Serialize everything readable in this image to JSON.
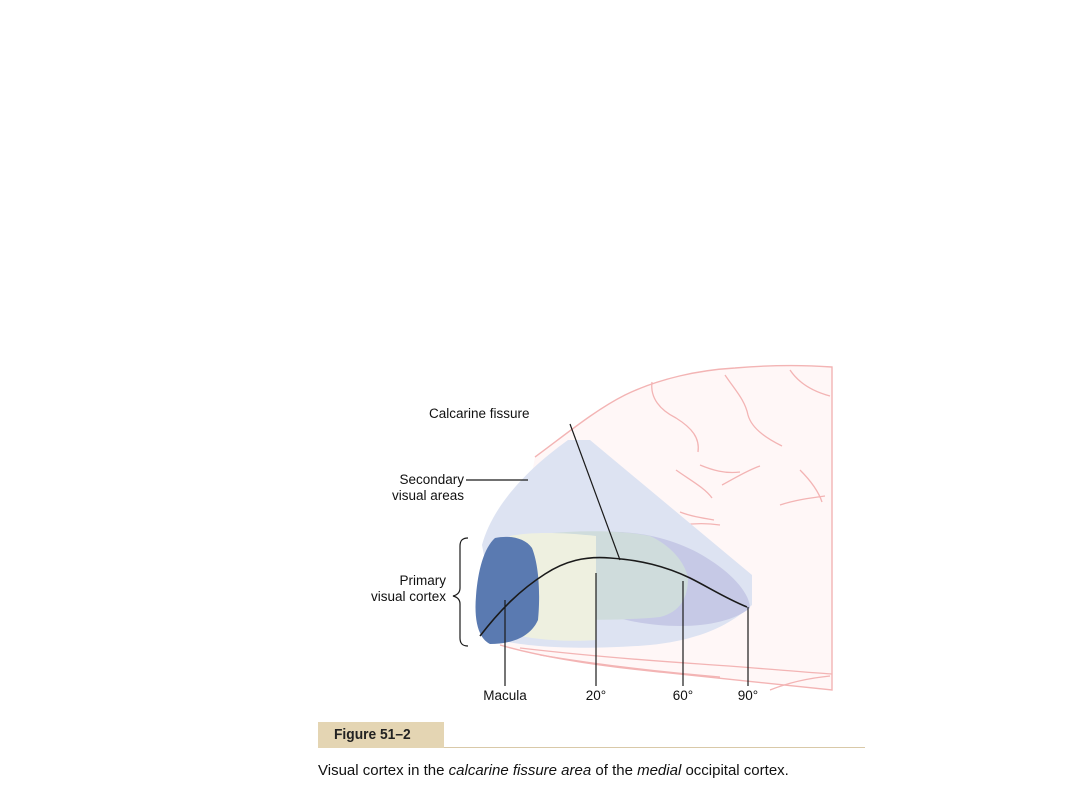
{
  "labels": {
    "calcarine_fissure": "Calcarine fissure",
    "secondary_line1": "Secondary",
    "secondary_line2": "visual areas",
    "primary_line1": "Primary",
    "primary_line2": "visual cortex",
    "macula": "Macula",
    "deg_20": "20°",
    "deg_60": "60°",
    "deg_90": "90°"
  },
  "figure": {
    "number": "Figure 51–2",
    "caption_parts": [
      "Visual cortex in the ",
      "calcarine fissure area",
      " of the ",
      "medial",
      " occipital cortex."
    ]
  },
  "colors": {
    "brain_outline": "#f3b4b4",
    "secondary_area": "#dde3f2",
    "macula": "#5a7ab1",
    "zone_20": "#eef0e0",
    "zone_60": "#cfdcdc",
    "zone_90": "#c6c9e6",
    "figure_badge": "#e4d5b3"
  }
}
